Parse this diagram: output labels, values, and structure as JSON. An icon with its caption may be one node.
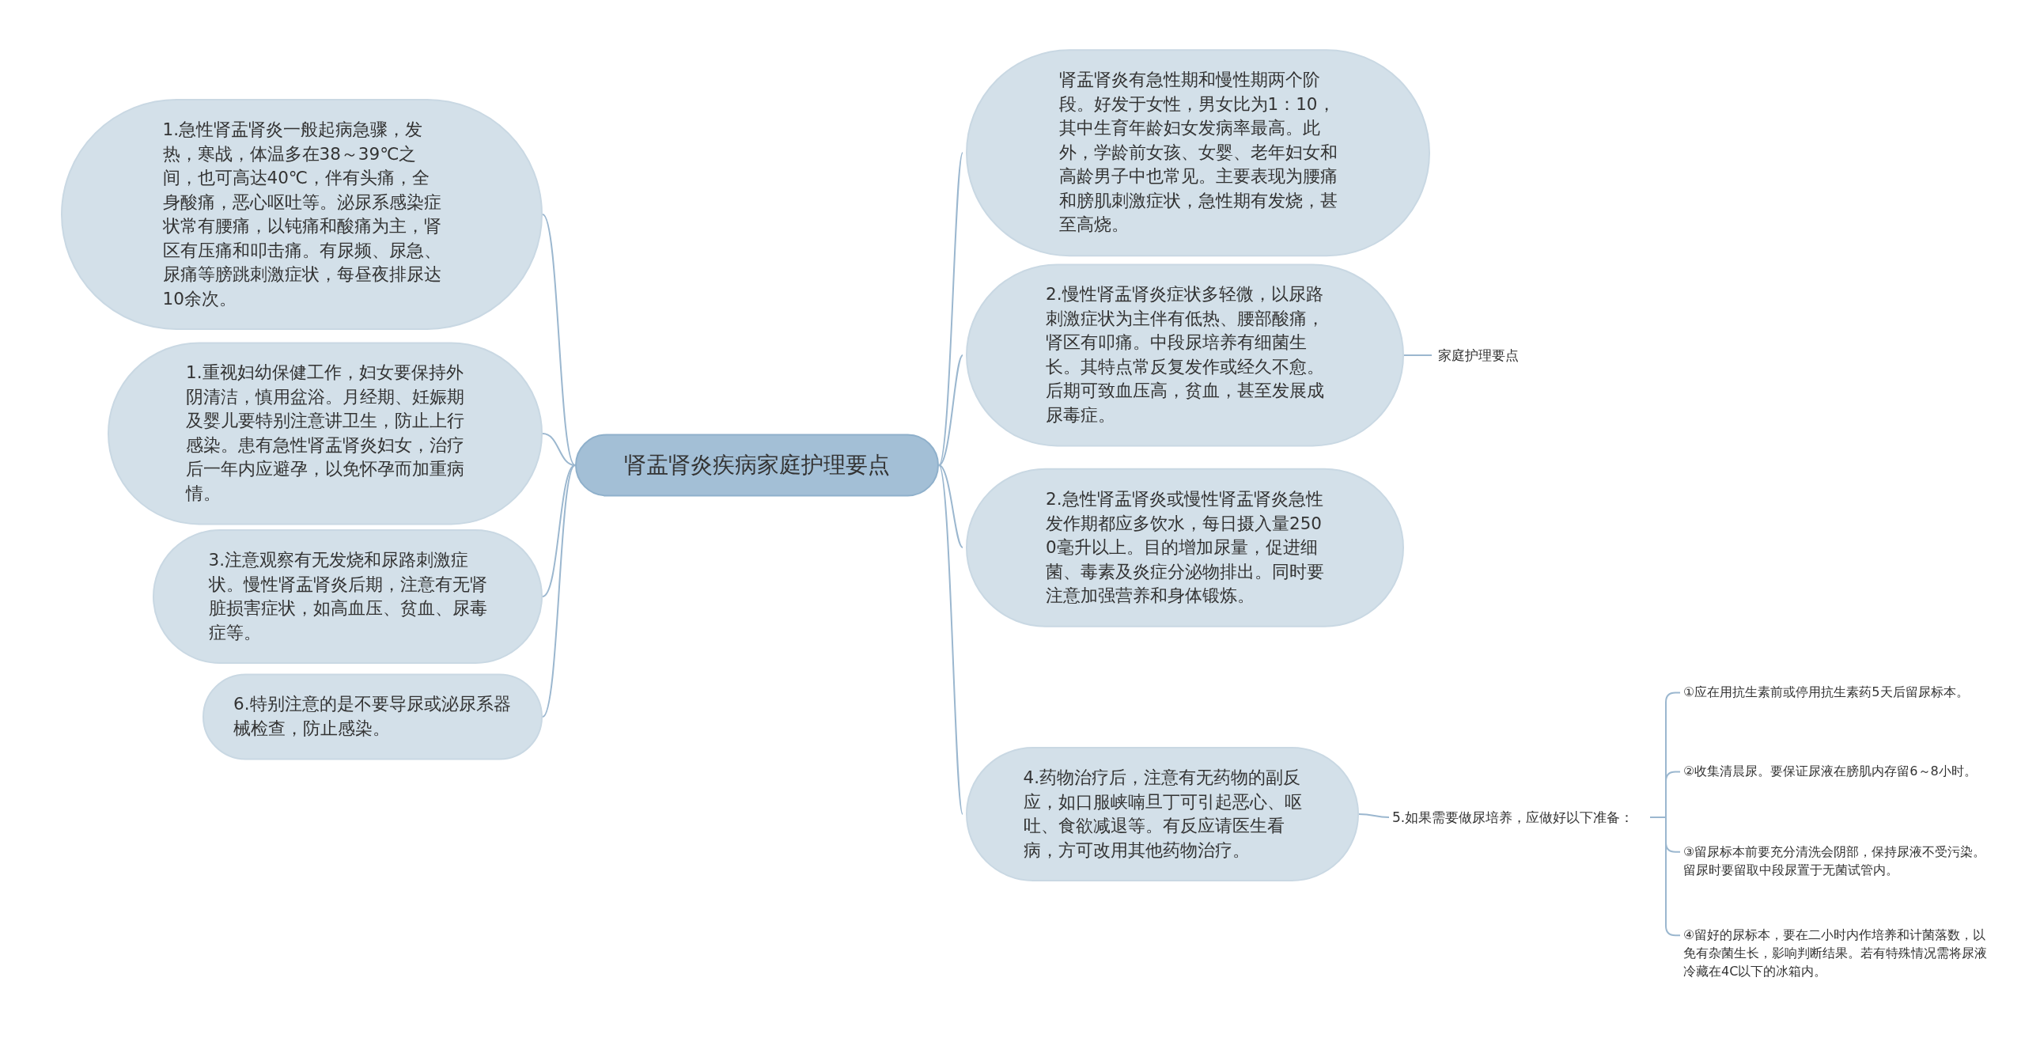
{
  "diagram": {
    "nodes": [
      {
        "text": [
          "肾盂肾炎疾病家庭护理要点"
        ]
      },
      {
        "text": [
          "1.急性肾盂肾炎一般起病急骤，发热，寒战，体温多在38～39℃之间，也可高达40℃，伴有头痛，全身酸痛，恶心呕吐等。泌尿系感染症状常有腰痛，以钝痛和酸痛为主，肾区有压痛和叩击痛。有尿频、尿急、尿痛等膀跳刺激症状，每昼夜排尿达10余次。"
        ]
      },
      {
        "text": [
          "肾盂肾炎有急性期和慢性期两个阶段。好发于女性，男女比为1：10，其中生育年龄妇女发病率最高。此外，学龄前女孩、女婴、老年妇女和高龄男子中也常见。主要表现为腰痛和膀肌刺激症状，急性期有发烧，甚至高烧。"
        ]
      },
      {
        "text": [
          "1.重视妇幼保健工作，妇女要保持外阴清洁，慎用盆浴。月经期、妊娠期及婴儿要特别注意讲卫生，防止上行感染。患有急性肾盂肾炎妇女，治疗后一年内应避孕，以免怀孕而加重病情。"
        ]
      },
      {
        "text": [
          "2.慢性肾盂肾炎症状多轻微，以尿路刺激症状为主伴有低热、腰部酸痛，肾区有叩痛。中段尿培养有细菌生长。其特点常反复发作或经久不愈。后期可致血压高，贫血，甚至发展成尿毒症。"
        ]
      },
      {
        "text": [
          "家庭护理要点"
        ]
      },
      {
        "text": [
          "3.注意观察有无发烧和尿路刺激症状。慢性肾盂肾炎后期，注意有无肾脏损害症状，如高血压、贫血、尿毒症等。"
        ]
      },
      {
        "text": [
          "2.急性肾盂肾炎或慢性肾盂肾炎急性发作期都应多饮水，每日摄入量2500毫升以上。目的增加尿量，促进细菌、毒素及炎症分泌物排出。同时要注意加强营养和身体锻炼。"
        ]
      },
      {
        "text": [
          "6.特别注意的是不要导尿或泌尿系器械检查，防止感染。"
        ]
      },
      {
        "text": [
          "4.药物治疗后，注意有无药物的副反应，如口服峡喃旦丁可引起恶心、呕吐、食欲减退等。有反应请医生看病，方可改用其他药物治疗。"
        ]
      },
      {
        "text": [
          "5.如果需要做尿培养，应做好以下准备："
        ]
      },
      {
        "text": [
          "①应在用抗生素前或停用抗生素药5天后留尿标本。"
        ]
      },
      {
        "text": [
          "②收集清晨尿。要保证尿液在膀肌内存留6～8小时。"
        ]
      },
      {
        "text": [
          "③留尿标本前要充分清洗会阴部，保持尿液不受污染。留尿时要留取中段尿置于无菌试管内。"
        ]
      },
      {
        "text": [
          "④留好的尿标本，要在二小时内作培养和计菌落数，以免有杂菌生长，影响判断结果。若有特殊情况需将尿液冷藏在4C以下的冰箱内。"
        ]
      }
    ],
    "edges": [
      {
        "from": 0,
        "to": 1,
        "arrow": "none"
      },
      {
        "from": 0,
        "to": 2,
        "arrow": "none"
      },
      {
        "from": 0,
        "to": 3,
        "arrow": "none"
      },
      {
        "from": 0,
        "to": 4,
        "arrow": "none"
      },
      {
        "from": 4,
        "to": 5,
        "arrow": "none"
      },
      {
        "from": 0,
        "to": 6,
        "arrow": "none"
      },
      {
        "from": 0,
        "to": 7,
        "arrow": "none"
      },
      {
        "from": 0,
        "to": 8,
        "arrow": "none"
      },
      {
        "from": 0,
        "to": 9,
        "arrow": "none"
      },
      {
        "from": 9,
        "to": 10,
        "arrow": "none"
      },
      {
        "from": 10,
        "to": 11,
        "arrow": "none"
      },
      {
        "from": 10,
        "to": 12,
        "arrow": "none"
      },
      {
        "from": 10,
        "to": 13,
        "arrow": "none"
      },
      {
        "from": 10,
        "to": 14,
        "arrow": "none"
      }
    ]
  }
}
